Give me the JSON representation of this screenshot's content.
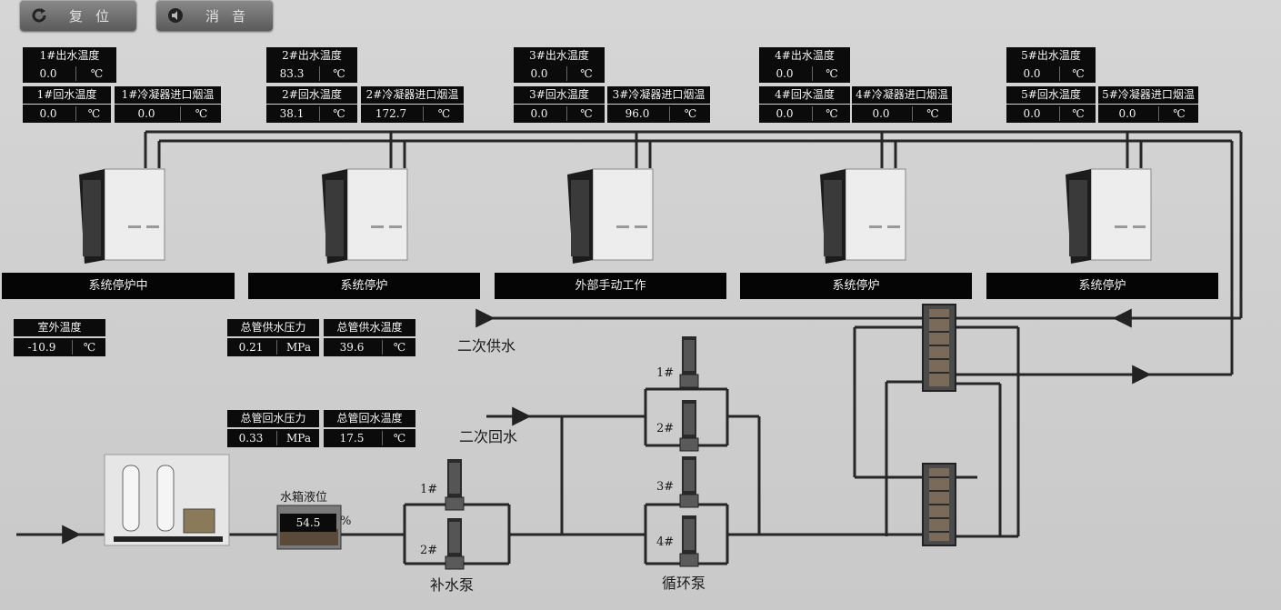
{
  "toolbar": {
    "reset_label": "复位",
    "mute_label": "消音"
  },
  "boilers": [
    {
      "out_label": "1#出水温度",
      "out_value": "0.0",
      "ret_label": "1#回水温度",
      "ret_value": "0.0",
      "cond_label": "1#冷凝器进口烟温",
      "cond_value": "0.0",
      "status": "系统停炉中"
    },
    {
      "out_label": "2#出水温度",
      "out_value": "83.3",
      "ret_label": "2#回水温度",
      "ret_value": "38.1",
      "cond_label": "2#冷凝器进口烟温",
      "cond_value": "172.7",
      "status": "系统停炉"
    },
    {
      "out_label": "3#出水温度",
      "out_value": "0.0",
      "ret_label": "3#回水温度",
      "ret_value": "0.0",
      "cond_label": "3#冷凝器进口烟温",
      "cond_value": "96.0",
      "status": "外部手动工作"
    },
    {
      "out_label": "4#出水温度",
      "out_value": "0.0",
      "ret_label": "4#回水温度",
      "ret_value": "0.0",
      "cond_label": "4#冷凝器进口烟温",
      "cond_value": "0.0",
      "status": "系统停炉"
    },
    {
      "out_label": "5#出水温度",
      "out_value": "0.0",
      "ret_label": "5#回水温度",
      "ret_value": "0.0",
      "cond_label": "5#冷凝器进口烟温",
      "cond_value": "0.0",
      "status": "系统停炉"
    }
  ],
  "units": {
    "temp": "℃",
    "pressure": "MPa",
    "percent": "%"
  },
  "outdoor": {
    "label": "室外温度",
    "value": "-10.9"
  },
  "main_supply": {
    "pressure_label": "总管供水压力",
    "pressure_value": "0.21",
    "temp_label": "总管供水温度",
    "temp_value": "39.6"
  },
  "main_return": {
    "pressure_label": "总管回水压力",
    "pressure_value": "0.33",
    "temp_label": "总管回水温度",
    "temp_value": "17.5"
  },
  "tank": {
    "label": "水箱液位",
    "value": "54.5"
  },
  "pipes": {
    "secondary_supply": "二次供水",
    "secondary_return": "二次回水"
  },
  "makeup_pumps": {
    "title": "补水泵",
    "p1": "1#",
    "p2": "2#"
  },
  "circ_pumps": {
    "title": "循环泵",
    "p1": "1#",
    "p2": "2#",
    "p3": "3#",
    "p4": "4#"
  },
  "colors": {
    "panel_bg": "#cfcfcf",
    "pipe": "#2a2a2a",
    "label_bg": "#0b0b0b",
    "label_text": "#f4f4f4"
  },
  "icons": {
    "reset": "refresh-icon",
    "mute": "speaker-mute-icon"
  }
}
